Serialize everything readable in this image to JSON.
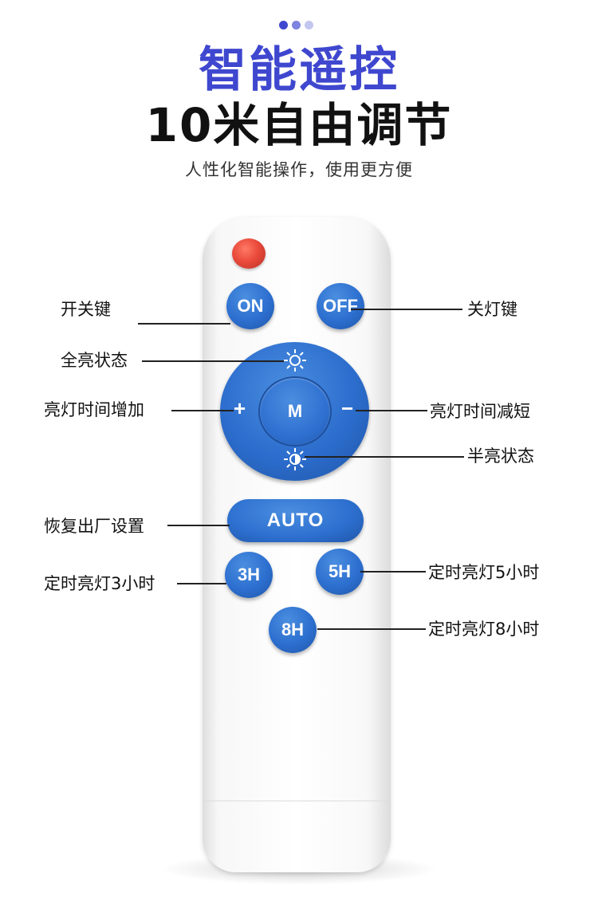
{
  "header": {
    "dot_colors": [
      "#3f47cf",
      "#7d83df",
      "#c3c6ee"
    ],
    "title_line1": "智能遥控",
    "title_line2": "10米自由调节",
    "subtitle": "人性化智能操作，使用更方便"
  },
  "remote": {
    "buttons": {
      "on": "ON",
      "off": "OFF",
      "center": "M",
      "plus": "+",
      "minus": "−",
      "auto": "AUTO",
      "h3": "3H",
      "h5": "5H",
      "h8": "8H"
    },
    "colors": {
      "button_blue": "#2d6fcf",
      "led_red": "#ea4a3a"
    },
    "icons": {
      "top_ring": "sun-full-icon",
      "bottom_ring": "sun-half-icon"
    }
  },
  "labels": {
    "on_key": "开关键",
    "off_key": "关灯键",
    "full_bright": "全亮状态",
    "time_increase": "亮灯时间增加",
    "time_decrease": "亮灯时间减短",
    "half_bright": "半亮状态",
    "factory_reset": "恢复出厂设置",
    "timer_3h": "定时亮灯3小时",
    "timer_5h": "定时亮灯5小时",
    "timer_8h": "定时亮灯8小时"
  }
}
